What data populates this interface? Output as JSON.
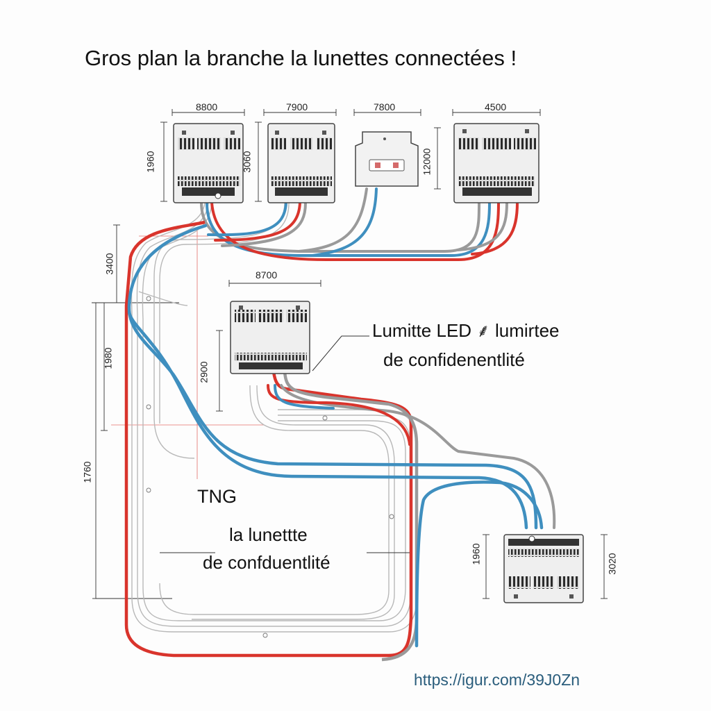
{
  "title": "Gros plan la branche la lunettes connectées !",
  "dimensions": {
    "module1_width": "8800",
    "module1_height": "1960",
    "module2_width": "7900",
    "module2_height": "3060",
    "connector_width": "7800",
    "connector_height": "12000",
    "module4_width": "4500",
    "left_upper": "3400",
    "center_width": "8700",
    "center_height": "2900",
    "left_middle": "1980",
    "left_lower": "1760",
    "bottom_left_height": "1960",
    "bottom_right_height": "3020"
  },
  "callouts": {
    "led_line1": "Lumitte LED ⸙ lumirtee",
    "led_line2": "de confidenentlité",
    "tng": "TNG",
    "lunette_line1": "la lunettte",
    "lunette_line2": "de confduentlité"
  },
  "url": "https://igur.com/39J0Zn",
  "colors": {
    "red_wire": "#d9342c",
    "blue_wire": "#3f8fbf",
    "gray_wire": "#9a9a9a",
    "module_fill": "#eeeeee",
    "module_stroke": "#444444",
    "dimension_guide_red": "#d9342c"
  }
}
